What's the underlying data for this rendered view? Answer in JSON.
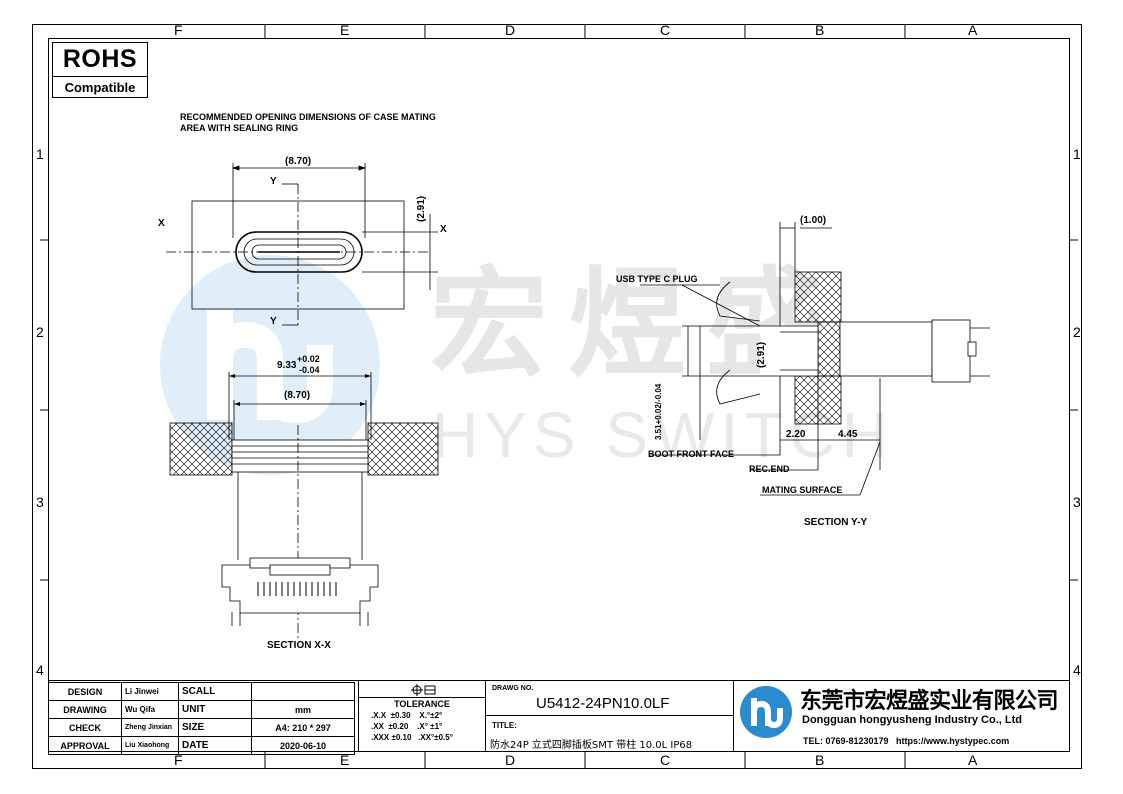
{
  "rohs": {
    "title": "ROHS",
    "subtitle": "Compatible"
  },
  "zones": {
    "top": [
      "F",
      "E",
      "D",
      "C",
      "B",
      "A"
    ],
    "side": [
      "1",
      "2",
      "3",
      "4"
    ]
  },
  "watermark": {
    "chinese": "宏煜盛",
    "english": "HYS SWITCH"
  },
  "drawing": {
    "heading_line1": "RECOMMENDED OPENING DIMENSIONS OF CASE MATING",
    "heading_line2": "AREA WITH SEALING RING",
    "top_view": {
      "width_dim": "(8.70)",
      "height_dim": "(2.91)",
      "axis_x": "X",
      "axis_y": "Y"
    },
    "section_xx": {
      "outer_dim_main": "9.33",
      "outer_dim_plus": "+0.02",
      "outer_dim_minus": "-0.04",
      "inner_dim": "(8.70)",
      "caption": "SECTION X-X"
    },
    "section_yy": {
      "top_dim": "(1.00)",
      "plug_label": "USB TYPE C PLUG",
      "height_dim": "(2.91)",
      "vert_dim": "3.51+0.02/-0.04",
      "dim_a": "2.20",
      "dim_b": "4.45",
      "boot_label": "BOOT FRONT FACE",
      "rec_label": "REC.END",
      "mating_label": "MATING SURFACE",
      "caption": "SECTION Y-Y"
    }
  },
  "title_block": {
    "rows": [
      {
        "role": "DESIGN",
        "name": "Li Jinwei",
        "field": "SCALL",
        "value": ""
      },
      {
        "role": "DRAWING",
        "name": "Wu Qifa",
        "field": "UNIT",
        "value": "mm"
      },
      {
        "role": "CHECK",
        "name": "Zheng Jinxian",
        "field": "SIZE",
        "value": "A4: 210 * 297"
      },
      {
        "role": "APPROVAL",
        "name": "Liu Xiaohong",
        "field": "DATE",
        "value": "2020-06-10"
      }
    ],
    "tolerance": {
      "heading": "TOLERANCE",
      "lines": [
        ".X.X  ±0.30    X.°±2°",
        ".XX  ±0.20    .X° ±1°",
        ".XXX ±0.10   .XX°±0.5°"
      ]
    },
    "drawing_no_label": "DRAWG NO.",
    "drawing_no": "U5412-24PN10.0LF",
    "title_label": "TITLE:",
    "title": "防水24P 立式四脚插板SMT 带柱 10.0L IP68",
    "company_cn": "东莞市宏煜盛实业有限公司",
    "company_en": "Dongguan hongyusheng Industry Co., Ltd",
    "contact": "TEL: 0769-81230179   https://www.hystypec.com"
  }
}
